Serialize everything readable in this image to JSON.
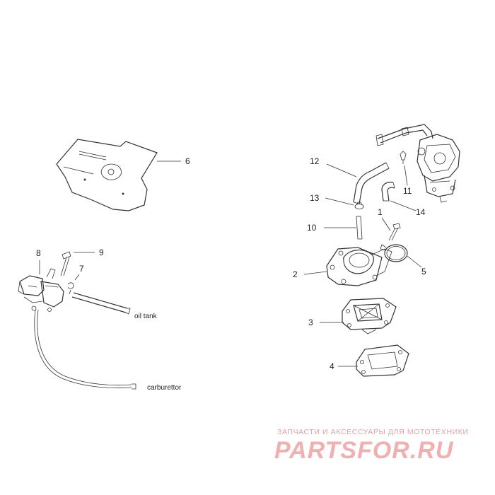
{
  "callouts": {
    "n1": "1",
    "n2": "2",
    "n3": "3",
    "n4": "4",
    "n5": "5",
    "n6": "6",
    "n7": "7",
    "n8": "8",
    "n9": "9",
    "n10": "10",
    "n11": "11",
    "n12": "12",
    "n13": "13",
    "n14": "14"
  },
  "labels": {
    "oil_tank": "oil tank",
    "carburettor": "carburettor"
  },
  "watermark": {
    "tagline": "ЗАПЧАСТИ И АКСЕССУАРЫ ДЛЯ МОТОТЕХНИКИ",
    "logo": "PARTSFOR.RU"
  },
  "colors": {
    "line": "#333333",
    "watermark": "#f0b0b0"
  }
}
